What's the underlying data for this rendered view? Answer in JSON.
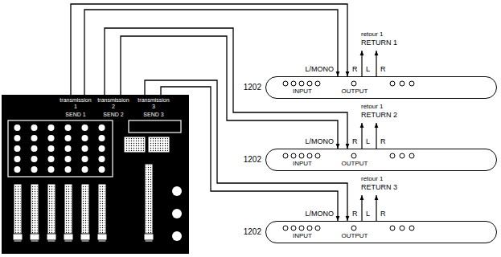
{
  "diagram": {
    "nodes": [
      {
        "text": [
          "transmission 1",
          "SEND 1",
          "transmission 2",
          "SEND 2",
          "transmission 3",
          "SEND 3"
        ]
      },
      {
        "text": [
          "1202",
          "L/MONO",
          "R",
          "L",
          "R",
          "INPUT",
          "OUTPUT",
          "retour 1",
          "RETURN 1"
        ]
      },
      {
        "text": [
          "1202",
          "L/MONO",
          "R",
          "L",
          "R",
          "INPUT",
          "OUTPUT",
          "retour 1",
          "RETURN 2"
        ]
      },
      {
        "text": [
          "1202",
          "L/MONO",
          "R",
          "L",
          "R",
          "INPUT",
          "OUTPUT",
          "retour 1",
          "RETURN 3"
        ]
      }
    ],
    "edges": [
      {
        "from": 0,
        "to": 1,
        "arrow": "to"
      },
      {
        "from": 0,
        "to": 1,
        "arrow": "to"
      },
      {
        "from": 0,
        "to": 2,
        "arrow": "to"
      },
      {
        "from": 0,
        "to": 2,
        "arrow": "to"
      },
      {
        "from": 0,
        "to": 3,
        "arrow": "to"
      },
      {
        "from": 0,
        "to": 3,
        "arrow": "to"
      }
    ]
  }
}
